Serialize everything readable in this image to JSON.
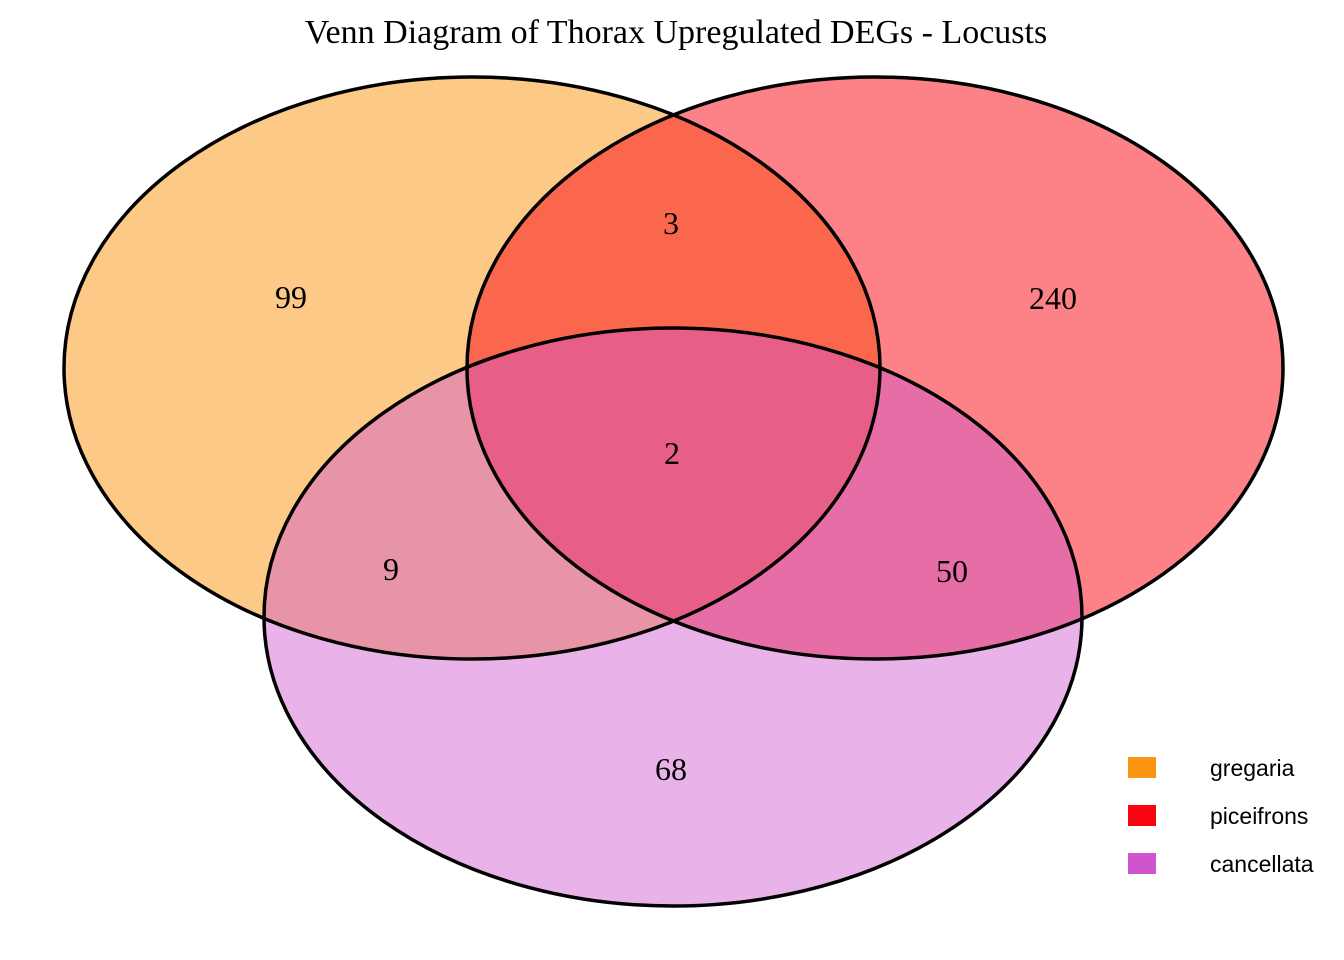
{
  "page": {
    "background": "#FFFFFF"
  },
  "chart_data": {
    "type": "venn",
    "title": "Venn Diagram of Thorax Upregulated DEGs - Locusts",
    "sets": [
      {
        "name": "gregaria",
        "color": "#FB9410"
      },
      {
        "name": "piceifrons",
        "color": "#F90511"
      },
      {
        "name": "cancellata",
        "color": "#CE55CE"
      }
    ],
    "regions": [
      {
        "sets": [
          "gregaria"
        ],
        "value": 99
      },
      {
        "sets": [
          "piceifrons"
        ],
        "value": 240
      },
      {
        "sets": [
          "cancellata"
        ],
        "value": 68
      },
      {
        "sets": [
          "gregaria",
          "piceifrons"
        ],
        "value": 3
      },
      {
        "sets": [
          "gregaria",
          "cancellata"
        ],
        "value": 9
      },
      {
        "sets": [
          "piceifrons",
          "cancellata"
        ],
        "value": 50
      },
      {
        "sets": [
          "gregaria",
          "piceifrons",
          "cancellata"
        ],
        "value": 2
      }
    ],
    "outline_color": "#000000",
    "text_color": "#000000",
    "legend_position": "bottom-right",
    "grid": "off"
  }
}
